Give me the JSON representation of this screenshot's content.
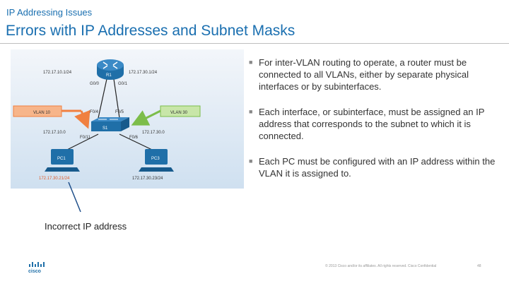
{
  "header": {
    "section": "IP Addressing Issues",
    "title": "Errors with IP Addresses and Subnet Masks"
  },
  "diagram": {
    "router": {
      "name": "R1",
      "ip_left": "172.17.10.1/24",
      "ip_right": "172.17.30.1/24",
      "port_left": "G0/0",
      "port_right": "G0/1"
    },
    "switch": {
      "name": "S1",
      "port_f04": "F0/4",
      "port_f05": "F0/5",
      "port_f011": "F0/11",
      "port_f06": "F0/6",
      "subnet_left": "172.17.10.0",
      "subnet_right": "172.17.30.0"
    },
    "vlan_left": "VLAN 10",
    "vlan_right": "VLAN 30",
    "pc1": {
      "name": "PC1",
      "ip": "172.17.30.21/24"
    },
    "pc3": {
      "name": "PC3",
      "ip": "172.17.30.23/24"
    },
    "colors": {
      "bg_top": "#f3f6fa",
      "bg_bottom": "#cfe0f0",
      "vlan10": "#f7b58a",
      "vlan10_border": "#f08040",
      "vlan30": "#c8e6a8",
      "vlan30_border": "#7cbd4a",
      "device": "#1f6fa8",
      "pc1_ip": "#e05a28"
    }
  },
  "bullets": [
    "For inter-VLAN routing to operate, a router must be connected to all VLANs, either by separate physical interfaces or by subinterfaces.",
    "Each interface, or subinterface, must be assigned an IP address that corresponds to the subnet to which it is connected.",
    "Each PC must be configured with an IP address within the VLAN it is assigned to."
  ],
  "callout": "Incorrect IP address",
  "footer": {
    "logo_text": "cisco",
    "copyright": "© 2013 Cisco and/or its affiliates. All rights reserved.   Cisco Confidential",
    "page": "48"
  }
}
